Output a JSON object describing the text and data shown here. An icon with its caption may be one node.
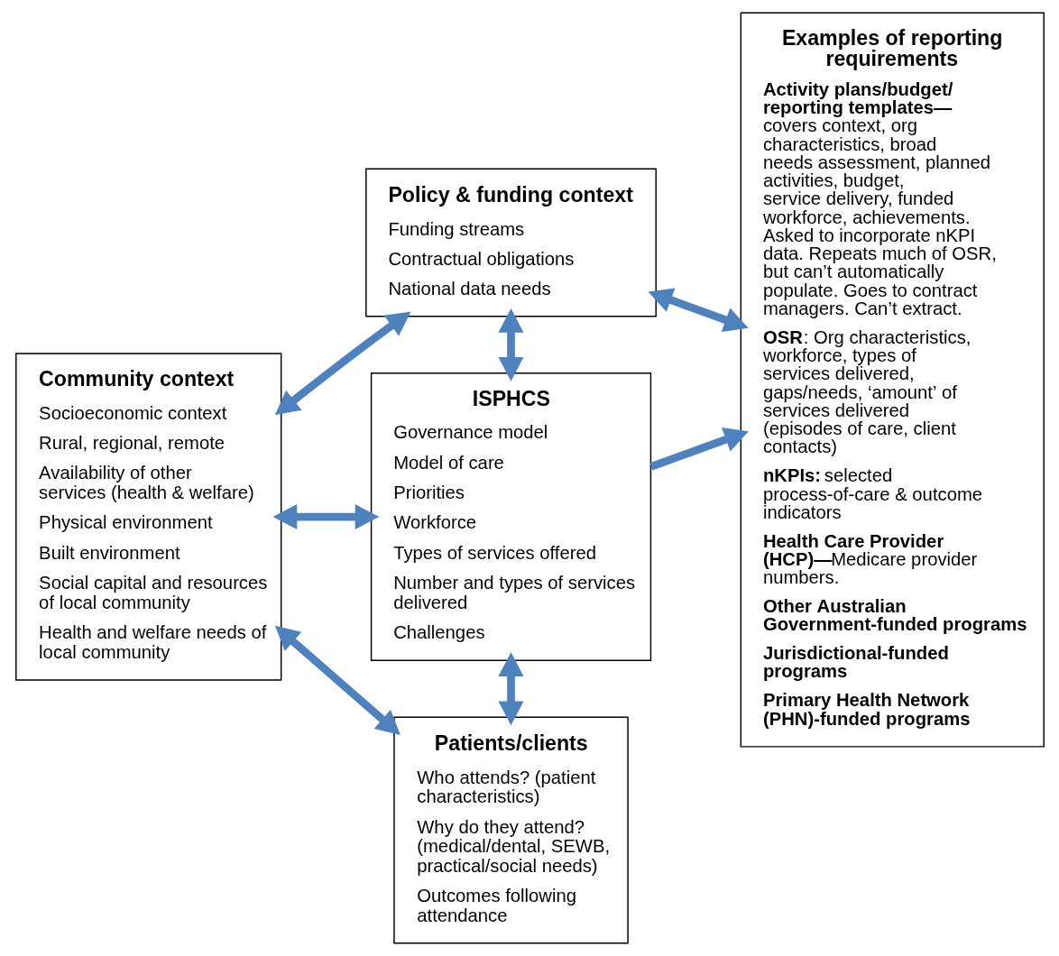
{
  "diagram": {
    "nodes": [
      {
        "text": [
          "Policy & funding context",
          "Funding streams",
          "Contractual obligations",
          "National data needs"
        ]
      },
      {
        "text": [
          "Examples of reporting requirements",
          "**Activity plans/budget/ reporting templates—** covers context, org characteristics, broad needs assessment, planned activities, budget, service delivery, funded workforce, achievements. Asked to incorporate nKPI data. Repeats much of OSR, but can’t automatically populate. Goes to contract managers. Can’t extract.",
          "**OSR**: Org characteristics, workforce, types of services delivered, gaps/needs, ‘amount’ of services delivered (episodes of care, client contacts)",
          "**nKPIs:** selected process-of-care & outcome indicators",
          "**Health Care Provider (HCP)—**Medicare provider numbers.",
          "Other Australian Government-funded programs",
          "Jurisdictional-funded programs",
          "Primary Health Network (PHN)-funded programs"
        ]
      },
      {
        "text": [
          "Community context",
          "Socioeconomic context",
          "Rural, regional, remote",
          "Availability of other services (health & welfare)",
          "Physical environment",
          "Built environment",
          "Social capital and resources of local community",
          "Health and welfare needs of local community"
        ]
      },
      {
        "text": [
          "ISPHCS",
          "Governance model",
          "Model of care",
          "Priorities",
          "Workforce",
          "Types of services offered",
          "Number and types of services delivered",
          "Challenges"
        ]
      },
      {
        "text": [
          "Patients/clients",
          "Who attends? (patient characteristics)",
          "Why do they attend? (medical/dental, SEWB, practical/social needs)",
          "Outcomes following attendance"
        ]
      }
    ],
    "edges": [
      {
        "from": 2,
        "to": 0,
        "arrow": "both"
      },
      {
        "from": 0,
        "to": 1,
        "arrow": "both"
      },
      {
        "from": 0,
        "to": 3,
        "arrow": "both"
      },
      {
        "from": 2,
        "to": 3,
        "arrow": "both"
      },
      {
        "from": 3,
        "to": 1,
        "arrow": "to"
      },
      {
        "from": 2,
        "to": 4,
        "arrow": "both"
      },
      {
        "from": 3,
        "to": 4,
        "arrow": "both"
      }
    ]
  }
}
